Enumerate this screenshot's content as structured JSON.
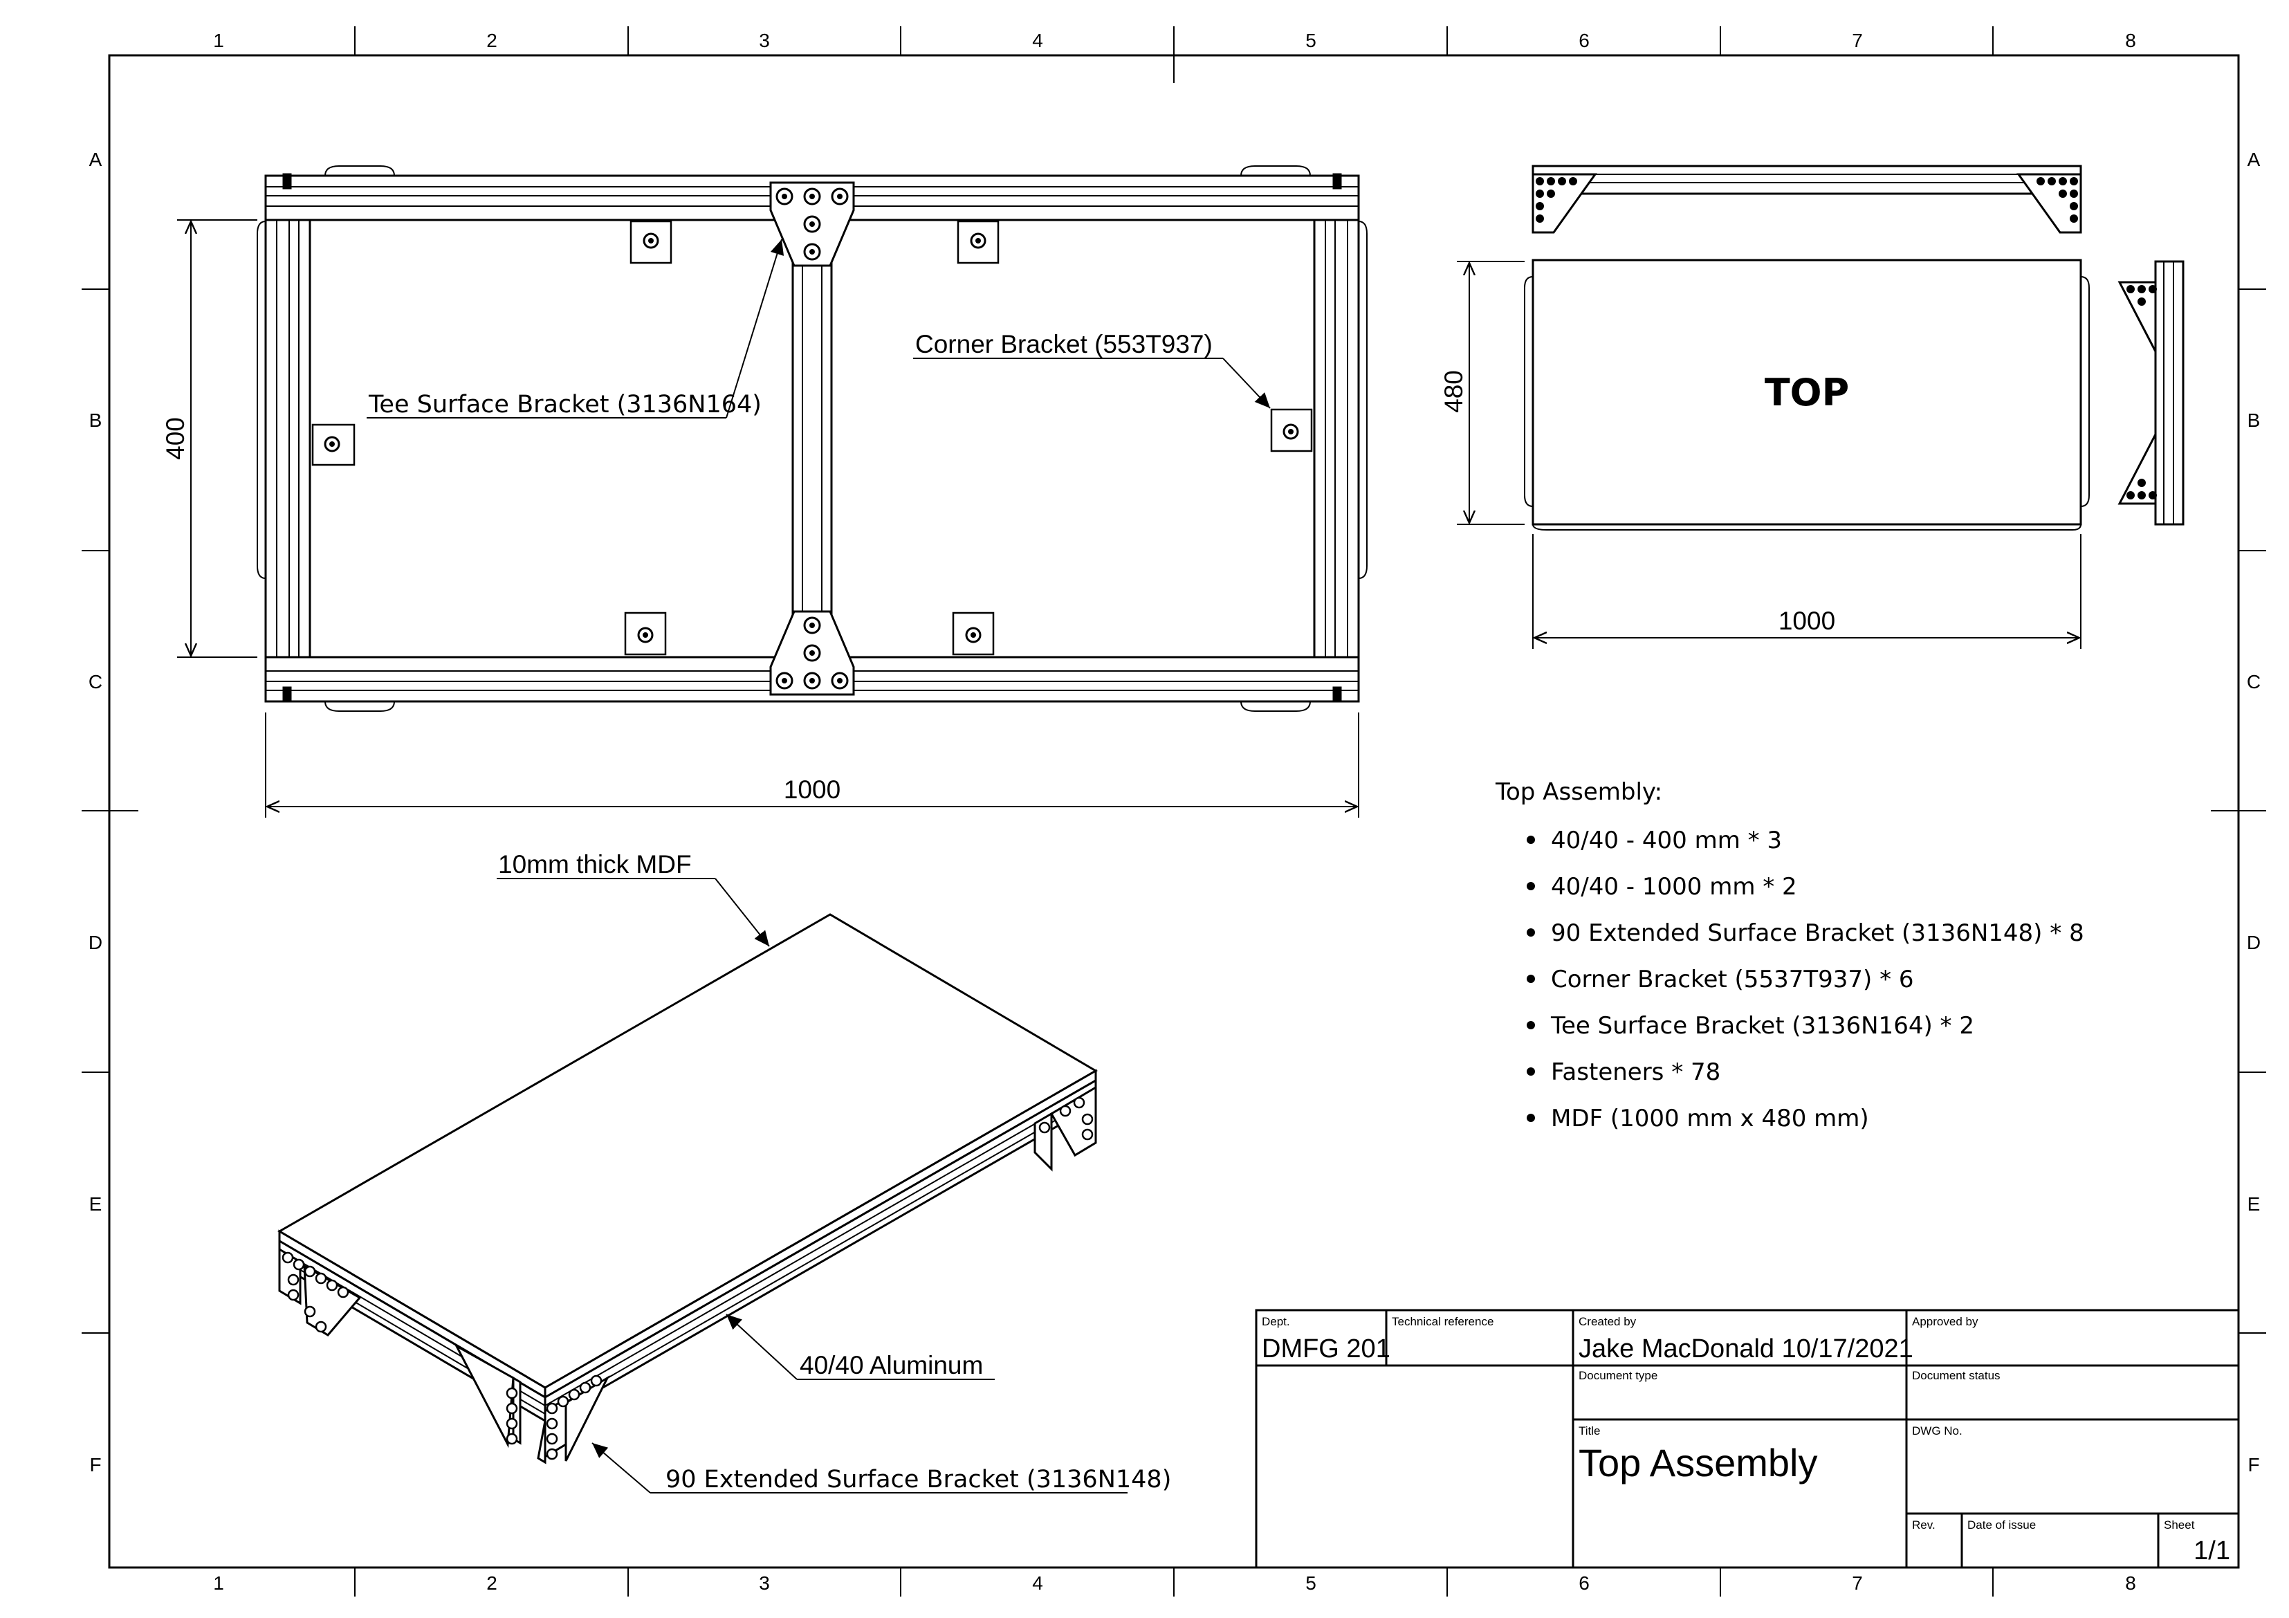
{
  "grid": {
    "columns": [
      "1",
      "2",
      "3",
      "4",
      "5",
      "6",
      "7",
      "8"
    ],
    "rows": [
      "A",
      "B",
      "C",
      "D",
      "E",
      "F"
    ]
  },
  "front_view": {
    "dim_width": "1000",
    "dim_height": "400",
    "callout_tee": "Tee Surface Bracket (3136N164)",
    "callout_corner": "Corner Bracket (553T937)"
  },
  "top_view": {
    "label": "TOP",
    "dim_height": "480",
    "dim_width": "1000"
  },
  "iso_view": {
    "callout_mdf": "10mm thick MDF",
    "callout_aluminum": "40/40 Aluminum",
    "callout_bracket": "90 Extended Surface Bracket (3136N148)"
  },
  "bom": {
    "heading": "Top Assembly:",
    "items": [
      "40/40 - 400 mm * 3",
      "40/40 - 1000 mm * 2",
      "90 Extended Surface Bracket (3136N148) * 8",
      "Corner Bracket (5537T937) * 6",
      "Tee Surface Bracket (3136N164) * 2",
      "Fasteners * 78",
      "MDF (1000 mm x 480 mm)"
    ]
  },
  "title_block": {
    "dept_label": "Dept.",
    "dept_value": "DMFG 201",
    "tech_ref_label": "Technical reference",
    "created_by_label": "Created by",
    "created_by_value": "Jake MacDonald 10/17/2021",
    "approved_by_label": "Approved by",
    "doc_type_label": "Document type",
    "doc_status_label": "Document status",
    "title_label": "Title",
    "title_value": "Top Assembly",
    "dwg_no_label": "DWG No.",
    "rev_label": "Rev.",
    "date_issue_label": "Date of issue",
    "sheet_label": "Sheet",
    "sheet_value": "1/1"
  }
}
